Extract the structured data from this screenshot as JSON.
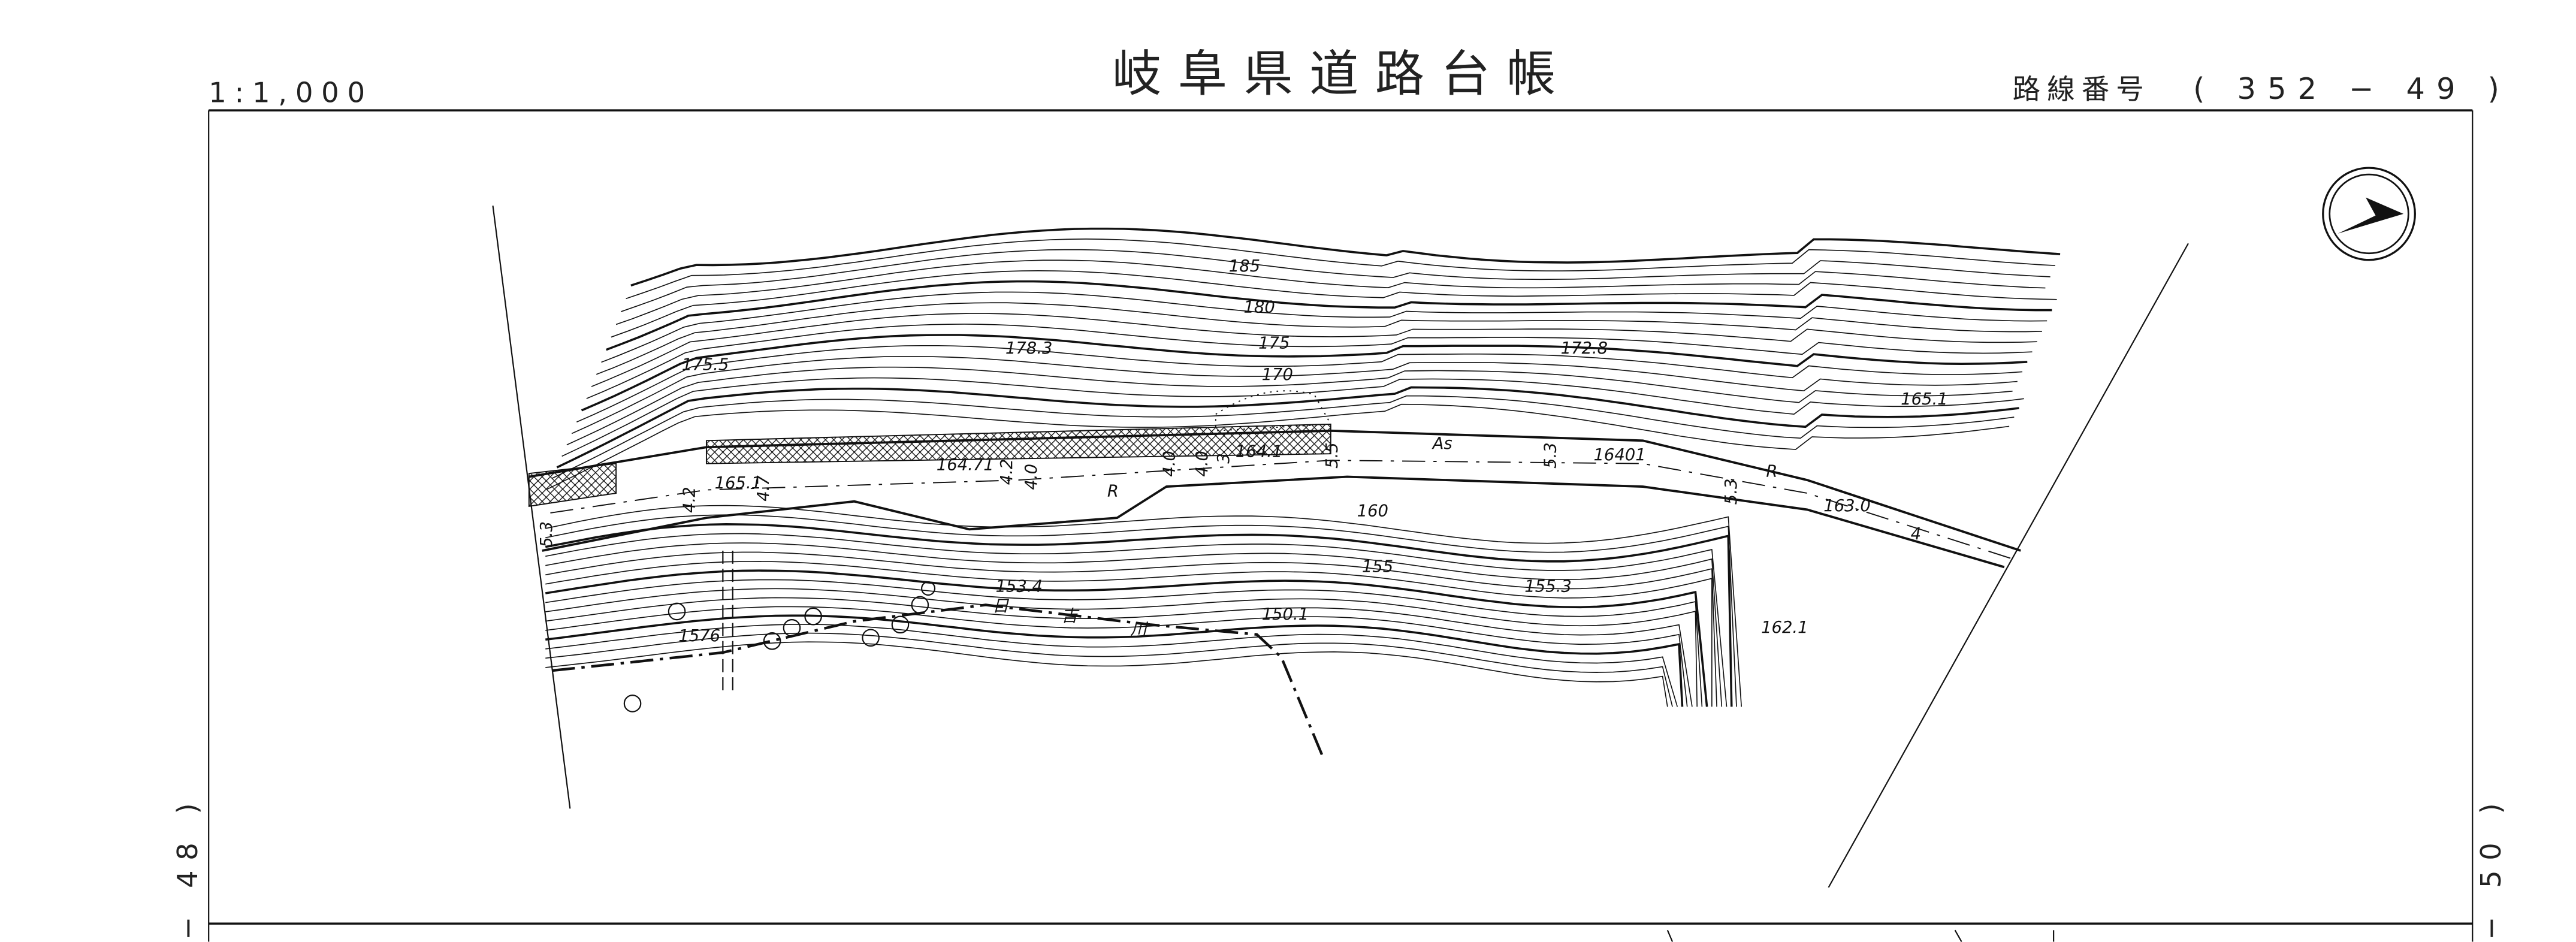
{
  "header": {
    "scale": "1:1,000",
    "title": "岐阜県道路台帳",
    "route_label": "路線番号",
    "route_number": "( 352 − 49 )"
  },
  "margins": {
    "left_sheet": "− 48 )",
    "right_sheet": "− 50 )"
  },
  "map": {
    "contour_labels": [
      "185",
      "180",
      "175",
      "170",
      "160",
      "155"
    ],
    "spot_heights": [
      "178.3",
      "175.5",
      "172.8",
      "165.1",
      "164.71",
      "164.1",
      "16401",
      "165.1",
      "163.0",
      "153.4",
      "155.3",
      "150.1",
      "162.1",
      "1576"
    ],
    "road_surface": "As",
    "road_marks": [
      "R",
      "R"
    ],
    "road_widths": [
      "5.3",
      "4.2",
      "4.7",
      "4.2",
      "4.0",
      "4.0",
      "4.0",
      "3",
      "5.5",
      "5.3",
      "5.3",
      "4"
    ],
    "river_name": [
      "日",
      "吉",
      "川"
    ]
  },
  "colors": {
    "ink": "#111111",
    "paper": "#ffffff"
  }
}
